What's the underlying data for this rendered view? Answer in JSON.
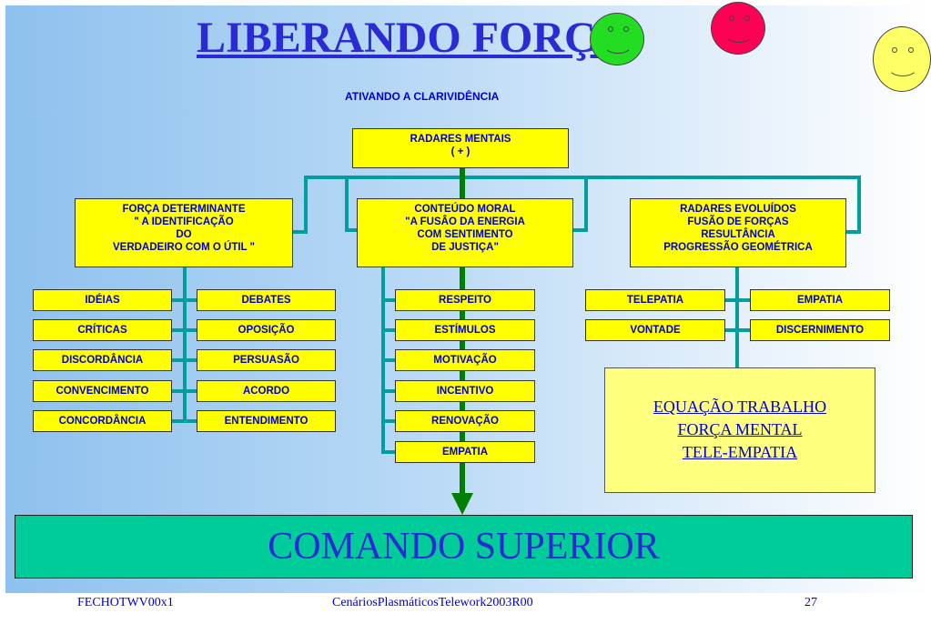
{
  "title": "LIBERANDO FORÇA",
  "subtitle": "ATIVANDO A CLARIVIDÊNCIA",
  "root": "RADARES MENTAIS\n( + )",
  "branches": [
    {
      "label": "FORÇA DETERMINANTE\n\" A IDENTIFICAÇÃO\nDO\nVERDADEIRO COM O ÚTIL \"",
      "items_left": [
        "IDÉIAS",
        "CRÍTICAS",
        "DISCORDÂNCIA",
        "CONVENCIMENTO",
        "CONCORDÂNCIA"
      ],
      "items_right": [
        "DEBATES",
        "OPOSIÇÃO",
        "PERSUASÃO",
        "ACORDO",
        "ENTENDIMENTO"
      ]
    },
    {
      "label": "CONTEÚDO MORAL\n\"A FUSÂO DA ENERGIA\nCOM SENTIMENTO\nDE JUSTIÇA\"",
      "items": [
        "RESPEITO",
        "ESTÍMULOS",
        "MOTIVAÇÃO",
        "INCENTIVO",
        "RENOVAÇÃO",
        "EMPATIA"
      ]
    },
    {
      "label": "RADARES EVOLUÍDOS\nFUSÃO DE FORÇAS\nRESULTÂNCIA\nPROGRESSÃO GEOMÉTRICA",
      "items_left": [
        "TELEPATIA",
        "VONTADE"
      ],
      "items_right": [
        "EMPATIA",
        "DISCERNIMENTO"
      ]
    }
  ],
  "result_lines": [
    "EQUAÇÃO TRABALHO",
    "FORÇA MENTAL",
    "TELE-EMPATIA"
  ],
  "command": "COMANDO SUPERIOR",
  "footer": {
    "left": "FECHOTWV00x1",
    "center": "CenáriosPlasmáticosTelework2003R00",
    "page": "27"
  },
  "colors": {
    "box_fill": "#ffff00",
    "text": "#0000cc",
    "connector": "#009e9e",
    "arrow": "#008000",
    "command_fill": "#00cc99",
    "result_fill": "#ffff80",
    "smiley_green": "#22dd22",
    "smiley_red": "#ff0055",
    "smiley_yellow": "#ffff66"
  },
  "icons": [
    "smiley-green-icon",
    "smiley-red-icon",
    "smiley-yellow-icon"
  ]
}
